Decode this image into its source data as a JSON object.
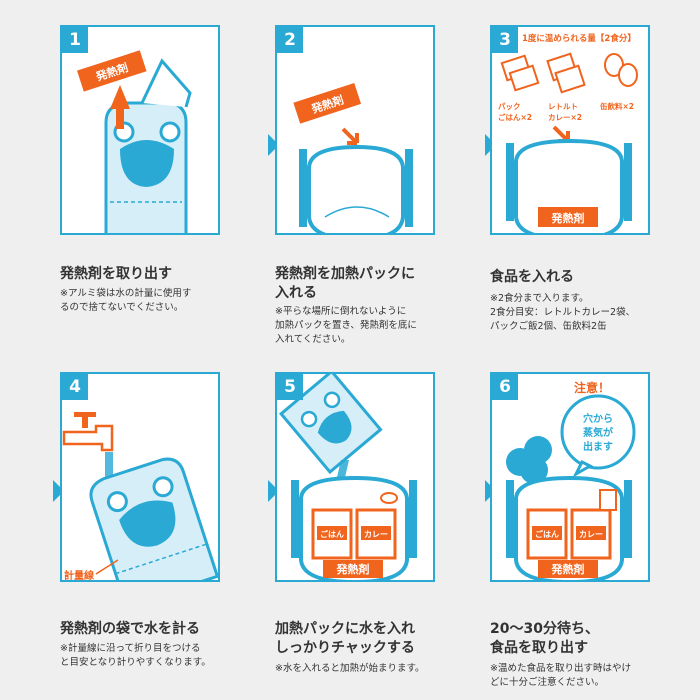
{
  "steps": [
    {
      "number": "1",
      "title": "発熱剤を取り出す",
      "note": "※アルミ袋は水の計量に使用す\nるので捨てないでください。",
      "heater_label": "発熱剤"
    },
    {
      "number": "2",
      "title": "発熱剤を加熱パックに\n入れる",
      "note": "※平らな場所に倒れないように\n加熱パックを置き、発熱剤を底に\n入れてください。",
      "heater_label": "発熱剤"
    },
    {
      "number": "3",
      "title": "食品を入れる",
      "note": "※2食分まで入ります。\n2食分目安：レトルトカレー2袋、\nパックご飯2個、缶飲料2缶",
      "capacity_label": "1度に温められる量【2食分】",
      "items": [
        "パック\nごはん×2",
        "レトルト\nカレー×2",
        "缶飲料×2"
      ],
      "heater_label": "発熱剤"
    },
    {
      "number": "4",
      "title": "発熱剤の袋で水を計る",
      "note": "※計量線に沿って折り目をつける\nと目安となり計りやすくなります。",
      "line_label": "計量線"
    },
    {
      "number": "5",
      "title": "加熱パックに水を入れ\nしっかりチャックする",
      "note": "※水を入れると加熱が始まります。",
      "rice_label": "ごはん",
      "curry_label": "カレー",
      "heater_label": "発熱剤"
    },
    {
      "number": "6",
      "title": "20〜30分待ち、\n食品を取り出す",
      "note": "※温めた食品を取り出す時はやけ\nどに十分ご注意ください。",
      "caution": "注意！",
      "steam_lines": [
        "穴から",
        "蒸気が",
        "出ます"
      ],
      "rice_label": "ごはん",
      "curry_label": "カレー",
      "heater_label": "発熱剤"
    }
  ],
  "colors": {
    "blue": "#29a9d4",
    "orange": "#f0641e",
    "text": "#333333",
    "background": "#efefef"
  }
}
